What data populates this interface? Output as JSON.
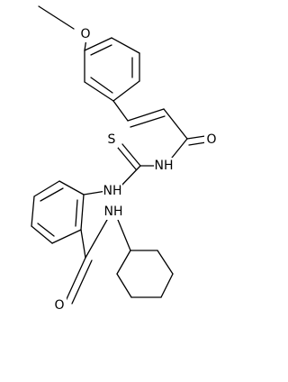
{
  "structure": {
    "atom_labels": {
      "o_methoxy": "O",
      "o_enone": "O",
      "nh_imide": "NH",
      "s_thio": "S",
      "nh_thiourea": "NH",
      "o_amide": "O",
      "nh_amide": "NH"
    }
  }
}
